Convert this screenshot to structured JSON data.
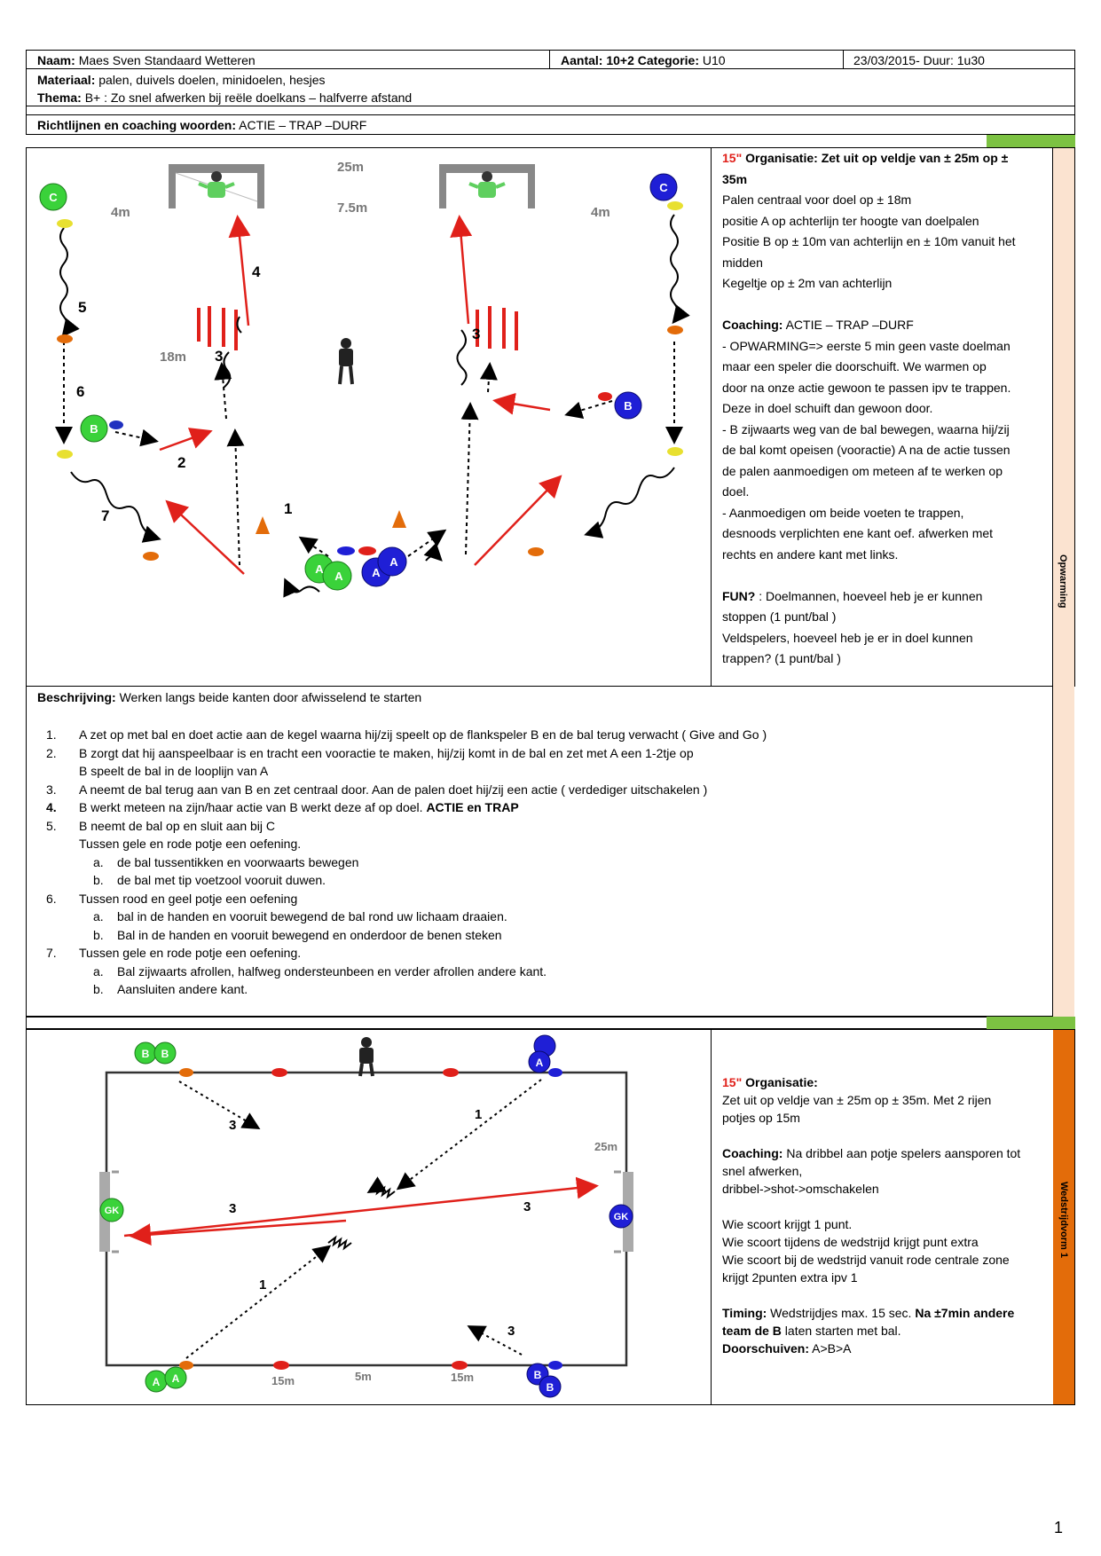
{
  "header": {
    "naam_label": "Naam:",
    "naam_value": "Maes Sven  Standaard Wetteren",
    "aantal_label": "Aantal: 10+2 Categorie:",
    "aantal_value": "U10",
    "date": "23/03/2015- Duur: 1u30",
    "materiaal_label": "Materiaal:",
    "materiaal_value": "palen, duivels doelen, minidoelen, hesjes",
    "thema_label": "Thema:",
    "thema_value": "B+ : Zo snel afwerken bij reële doelkans – halfverre afstand",
    "richtlijnen_label": "Richtlijnen en coaching woorden:",
    "richtlijnen_value": "ACTIE – TRAP –DURF"
  },
  "section1": {
    "side_label": "Opwarming",
    "org_time": "15\"",
    "org_label": "Organisatie:  Zet uit op veldje van ± 25m op ±",
    "org_label2": "35m",
    "org_lines": [
      "Palen centraal voor doel op ± 18m",
      "positie A op achterlijn ter hoogte van doelpalen",
      "Positie B op ± 10m van achterlijn en ± 10m vanuit het",
      "midden",
      "Kegeltje op ± 2m van achterlijn"
    ],
    "coaching_label": "Coaching:",
    "coaching_value": "ACTIE – TRAP –DURF",
    "coaching_lines": [
      "- OPWARMING=> eerste 5 min geen vaste doelman",
      "maar een speler die doorschuift. We warmen op",
      "door na onze actie gewoon te passen ipv te trappen.",
      "Deze in doel schuift dan gewoon door.",
      "- B zijwaarts weg van de bal bewegen, waarna hij/zij",
      "de bal komt opeisen (vooractie) A na de actie tussen",
      "de palen aanmoedigen om meteen af te werken op",
      "doel.",
      "- Aanmoedigen om beide voeten te trappen,",
      "desnoods verplichten ene kant oef. afwerken met",
      "rechts en andere kant met links."
    ],
    "fun_label": "FUN?",
    "fun_lines": [
      " : Doelmannen, hoeveel heb je er kunnen",
      "stoppen (1 punt/bal )",
      "Veldspelers, hoeveel heb je er in doel kunnen",
      "trappen? (1 punt/bal )"
    ],
    "diagram_labels": {
      "d25": "25m",
      "d75": "7.5m",
      "d4a": "4m",
      "d4b": "4m",
      "d18": "18m",
      "n1": "1",
      "n2": "2",
      "n3a": "3",
      "n3b": "3",
      "n4": "4",
      "n5": "5",
      "n6": "6",
      "n7": "7",
      "pC": "C",
      "pB": "B",
      "pA": "A"
    }
  },
  "description": {
    "title_label": "Beschrijving:",
    "title_value": "  Werken langs beide kanten door afwisselend te starten",
    "items": [
      {
        "n": "1.",
        "t": "A zet op met bal en doet actie aan de kegel waarna hij/zij speelt op de flankspeler B en de bal terug verwacht ( Give and Go )"
      },
      {
        "n": "2.",
        "t": "B zorgt dat hij aanspeelbaar is en tracht een vooractie te maken, hij/zij komt in de bal en zet met A een 1-2tje op"
      },
      {
        "n": "",
        "t": "B speelt de bal in de looplijn van A"
      },
      {
        "n": "3.",
        "t": "A neemt de bal terug aan van B en zet centraal door. Aan de palen doet hij/zij een actie ( verdediger uitschakelen )"
      },
      {
        "n": "4.",
        "t": "B werkt meteen na zijn/haar actie van B werkt deze af op doel.",
        "bold": "ACTIE en TRAP"
      },
      {
        "n": "5.",
        "t": "B neemt de bal op en sluit aan bij C"
      },
      {
        "n": "",
        "t": "Tussen gele en rode potje een oefening."
      },
      {
        "n": "a.",
        "t": "de bal tussentikken en voorwaarts bewegen",
        "sub": true
      },
      {
        "n": "b.",
        "t": "de bal met tip voetzool vooruit duwen.",
        "sub": true
      },
      {
        "n": "6.",
        "t": "Tussen rood en geel potje een oefening"
      },
      {
        "n": "a.",
        "t": "bal in de handen en vooruit bewegend de bal rond uw lichaam draaien.",
        "sub": true
      },
      {
        "n": "b.",
        "t": "Bal in de handen en vooruit bewegend en onderdoor de benen steken",
        "sub": true
      },
      {
        "n": "7.",
        "t": "Tussen gele en rode potje een oefening."
      },
      {
        "n": "a.",
        "t": "Bal zijwaarts afrollen, halfweg ondersteunbeen en verder afrollen andere kant.",
        "sub": true
      },
      {
        "n": "b.",
        "t": "Aansluiten andere kant.",
        "sub": true
      }
    ]
  },
  "section2": {
    "side_label": "Wedstrijdvorm 1",
    "org_time": "15\"",
    "org_label": "Organisatie:",
    "org_lines": [
      "Zet uit op veldje van ± 25m op ± 35m. Met 2 rijen",
      "potjes op 15m"
    ],
    "coaching_label": "Coaching:",
    "coaching_lines": [
      " Na dribbel aan potje spelers aansporen tot",
      "snel afwerken,",
      "dribbel->shot->omschakelen"
    ],
    "score_lines": [
      "Wie scoort krijgt 1 punt.",
      "Wie scoort tijdens de wedstrijd krijgt punt extra",
      "Wie scoort bij de wedstrijd vanuit rode centrale zone",
      "krijgt 2punten extra ipv 1"
    ],
    "timing_label": "Timing:",
    "timing_value": " Wedstrijdjes max. 15 sec.",
    "timing_bold": " Na ±7min andere",
    "timing_bold2": "team de B",
    "timing_rest": " laten starten met bal.",
    "doorschuiven_label": "Doorschuiven:",
    "doorschuiven_value": " A>B>A",
    "diagram_labels": {
      "d25": "25m",
      "d15a": "15m",
      "d15b": "15m",
      "d5": "5m",
      "n1a": "1",
      "n1b": "1",
      "n3a": "3",
      "n3b": "3",
      "n3c": "3",
      "n3d": "3",
      "gk": "GK",
      "pA": "A",
      "pB": "B"
    }
  },
  "colors": {
    "green_bar": "#7cc242",
    "orange_light": "#fbe3d0",
    "orange_dark": "#e36c0a",
    "red_text": "#e0201a"
  },
  "page_number": "1"
}
